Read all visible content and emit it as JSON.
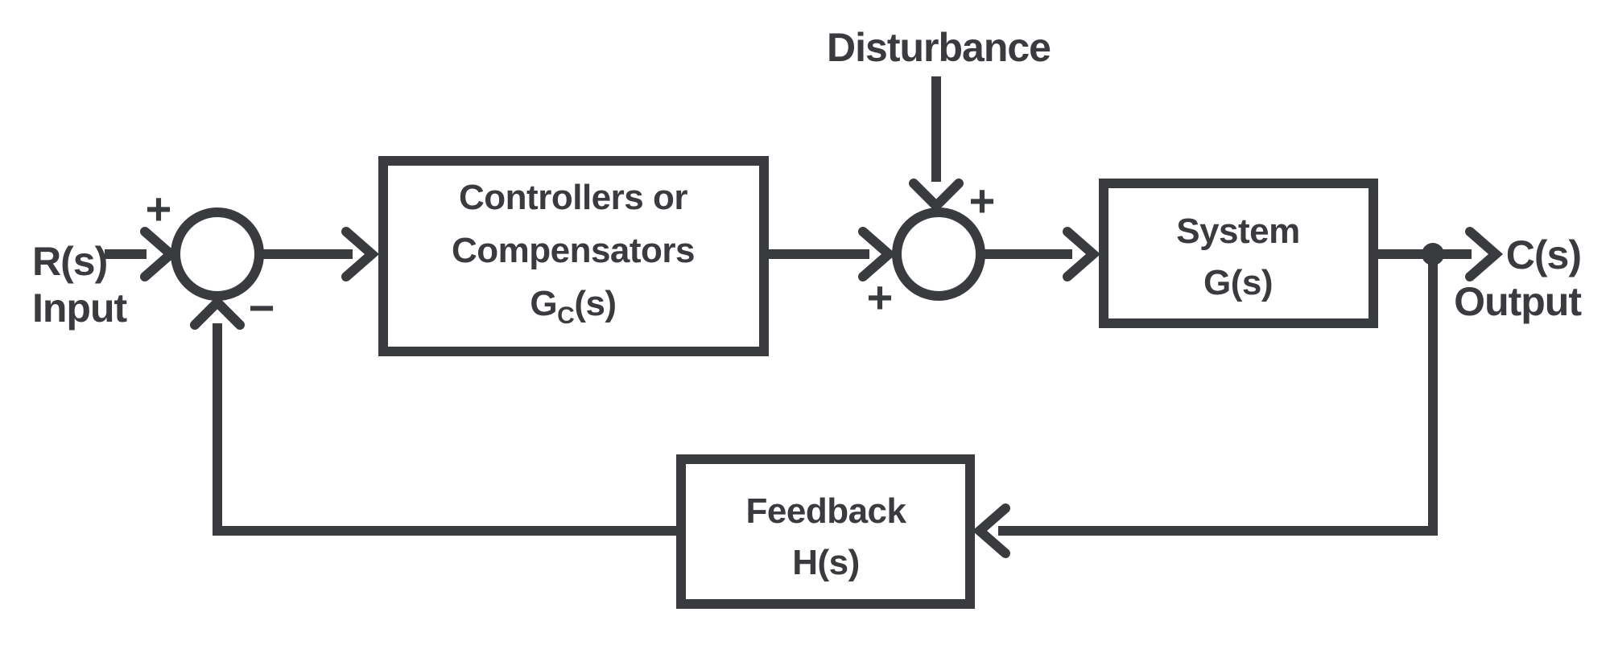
{
  "labels": {
    "input_signal": "R(s)",
    "input_caption": "Input",
    "disturbance": "Disturbance",
    "output_signal": "C(s)",
    "output_caption": "Output"
  },
  "blocks": {
    "controller": {
      "line1": "Controllers or",
      "line2": "Compensators",
      "tf_base": "G",
      "tf_subscript": "C",
      "tf_args": "(s)"
    },
    "system": {
      "line1": "System",
      "line2": "G(s)"
    },
    "feedback": {
      "line1": "Feedback",
      "line2": "H(s)"
    }
  },
  "summing_junctions": {
    "sum1": {
      "top_sign": "+",
      "bottom_sign": "−"
    },
    "sum2": {
      "top_sign": "+",
      "left_sign": "+"
    }
  },
  "colors": {
    "stroke": "#3a3b3f",
    "background": "#ffffff"
  }
}
